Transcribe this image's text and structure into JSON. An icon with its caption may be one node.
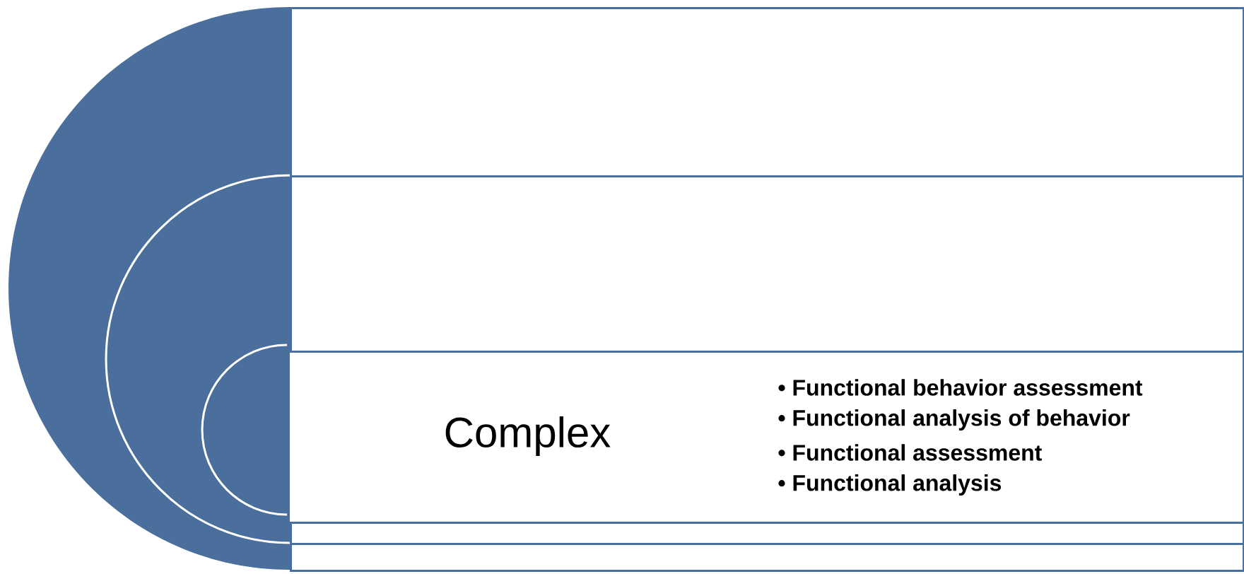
{
  "diagram": {
    "nodes": [
      {
        "text": [],
        "shape": "box"
      },
      {
        "text": [],
        "shape": "box",
        "in": 0
      },
      {
        "text": [
          "Complex",
          "• Functional behavior assessment",
          "• Functional analysis of behavior",
          "• Functional assessment",
          "• Functional analysis"
        ],
        "in": 1
      }
    ]
  }
}
